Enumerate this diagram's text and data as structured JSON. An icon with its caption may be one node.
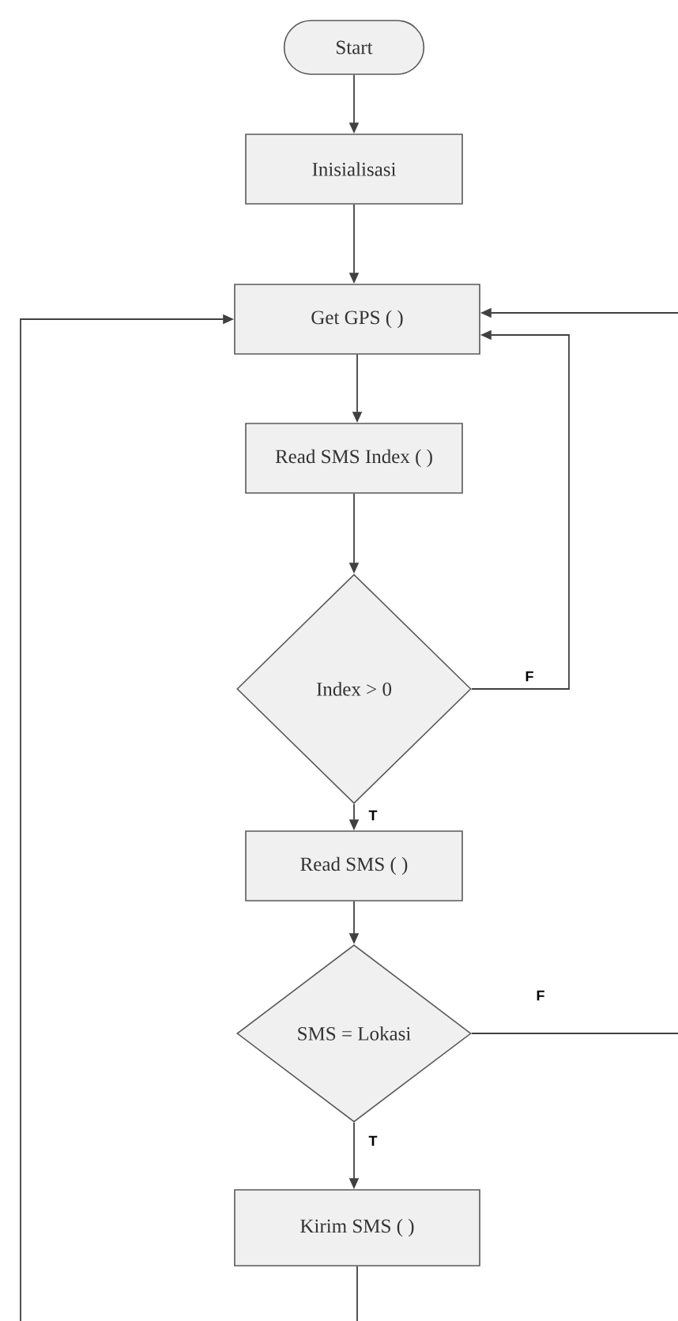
{
  "diagram": {
    "nodes": [
      {
        "text": [
          "Start"
        ]
      },
      {
        "text": [
          "Inisialisasi"
        ]
      },
      {
        "text": [
          "Get GPS ( )"
        ]
      },
      {
        "text": [
          "Read SMS Index ( )"
        ]
      },
      {
        "text": [
          "Index > 0"
        ]
      },
      {
        "text": [
          "Read SMS ( )"
        ]
      },
      {
        "text": [
          "SMS = Lokasi"
        ]
      },
      {
        "text": [
          "Kirim SMS ( )"
        ]
      }
    ],
    "edges": [
      {
        "from": 0,
        "to": 1,
        "arrow": "to"
      },
      {
        "from": 1,
        "to": 2,
        "arrow": "to"
      },
      {
        "from": 2,
        "to": 3,
        "arrow": "to"
      },
      {
        "from": 3,
        "to": 4,
        "arrow": "to"
      },
      {
        "from": 4,
        "to": 2,
        "arrow": "to",
        "label": "F"
      },
      {
        "from": 4,
        "to": 5,
        "arrow": "to",
        "label": "T"
      },
      {
        "from": 5,
        "to": 6,
        "arrow": "to"
      },
      {
        "from": 6,
        "to": 7,
        "arrow": "to",
        "label": "T"
      },
      {
        "from": 6,
        "to": null,
        "arrow": "none",
        "label": "F"
      },
      {
        "from": null,
        "to": 2,
        "arrow": "to"
      },
      {
        "from": 7,
        "to": null,
        "arrow": "none"
      },
      {
        "from": null,
        "to": 2,
        "arrow": "to"
      }
    ]
  }
}
